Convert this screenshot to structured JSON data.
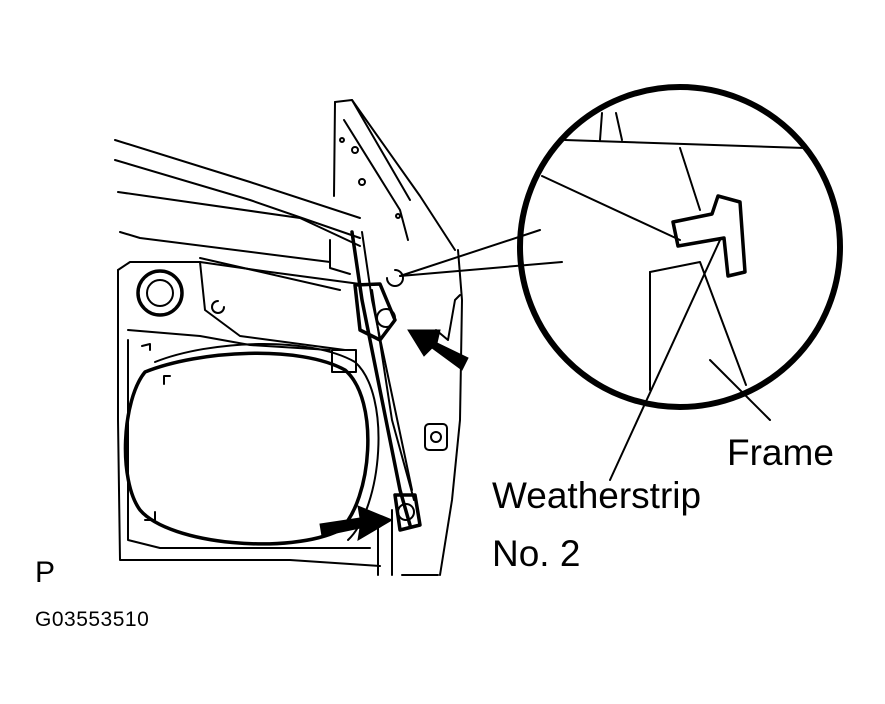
{
  "labels": {
    "frame": "Frame",
    "weatherstrip_line1": "Weatherstrip",
    "weatherstrip_line2": "No. 2",
    "view_code": "P",
    "figure_code": "G03553510"
  },
  "colors": {
    "ink": "#000000",
    "background": "#ffffff"
  },
  "icons": [
    "arrow-icon",
    "arrow-icon"
  ]
}
